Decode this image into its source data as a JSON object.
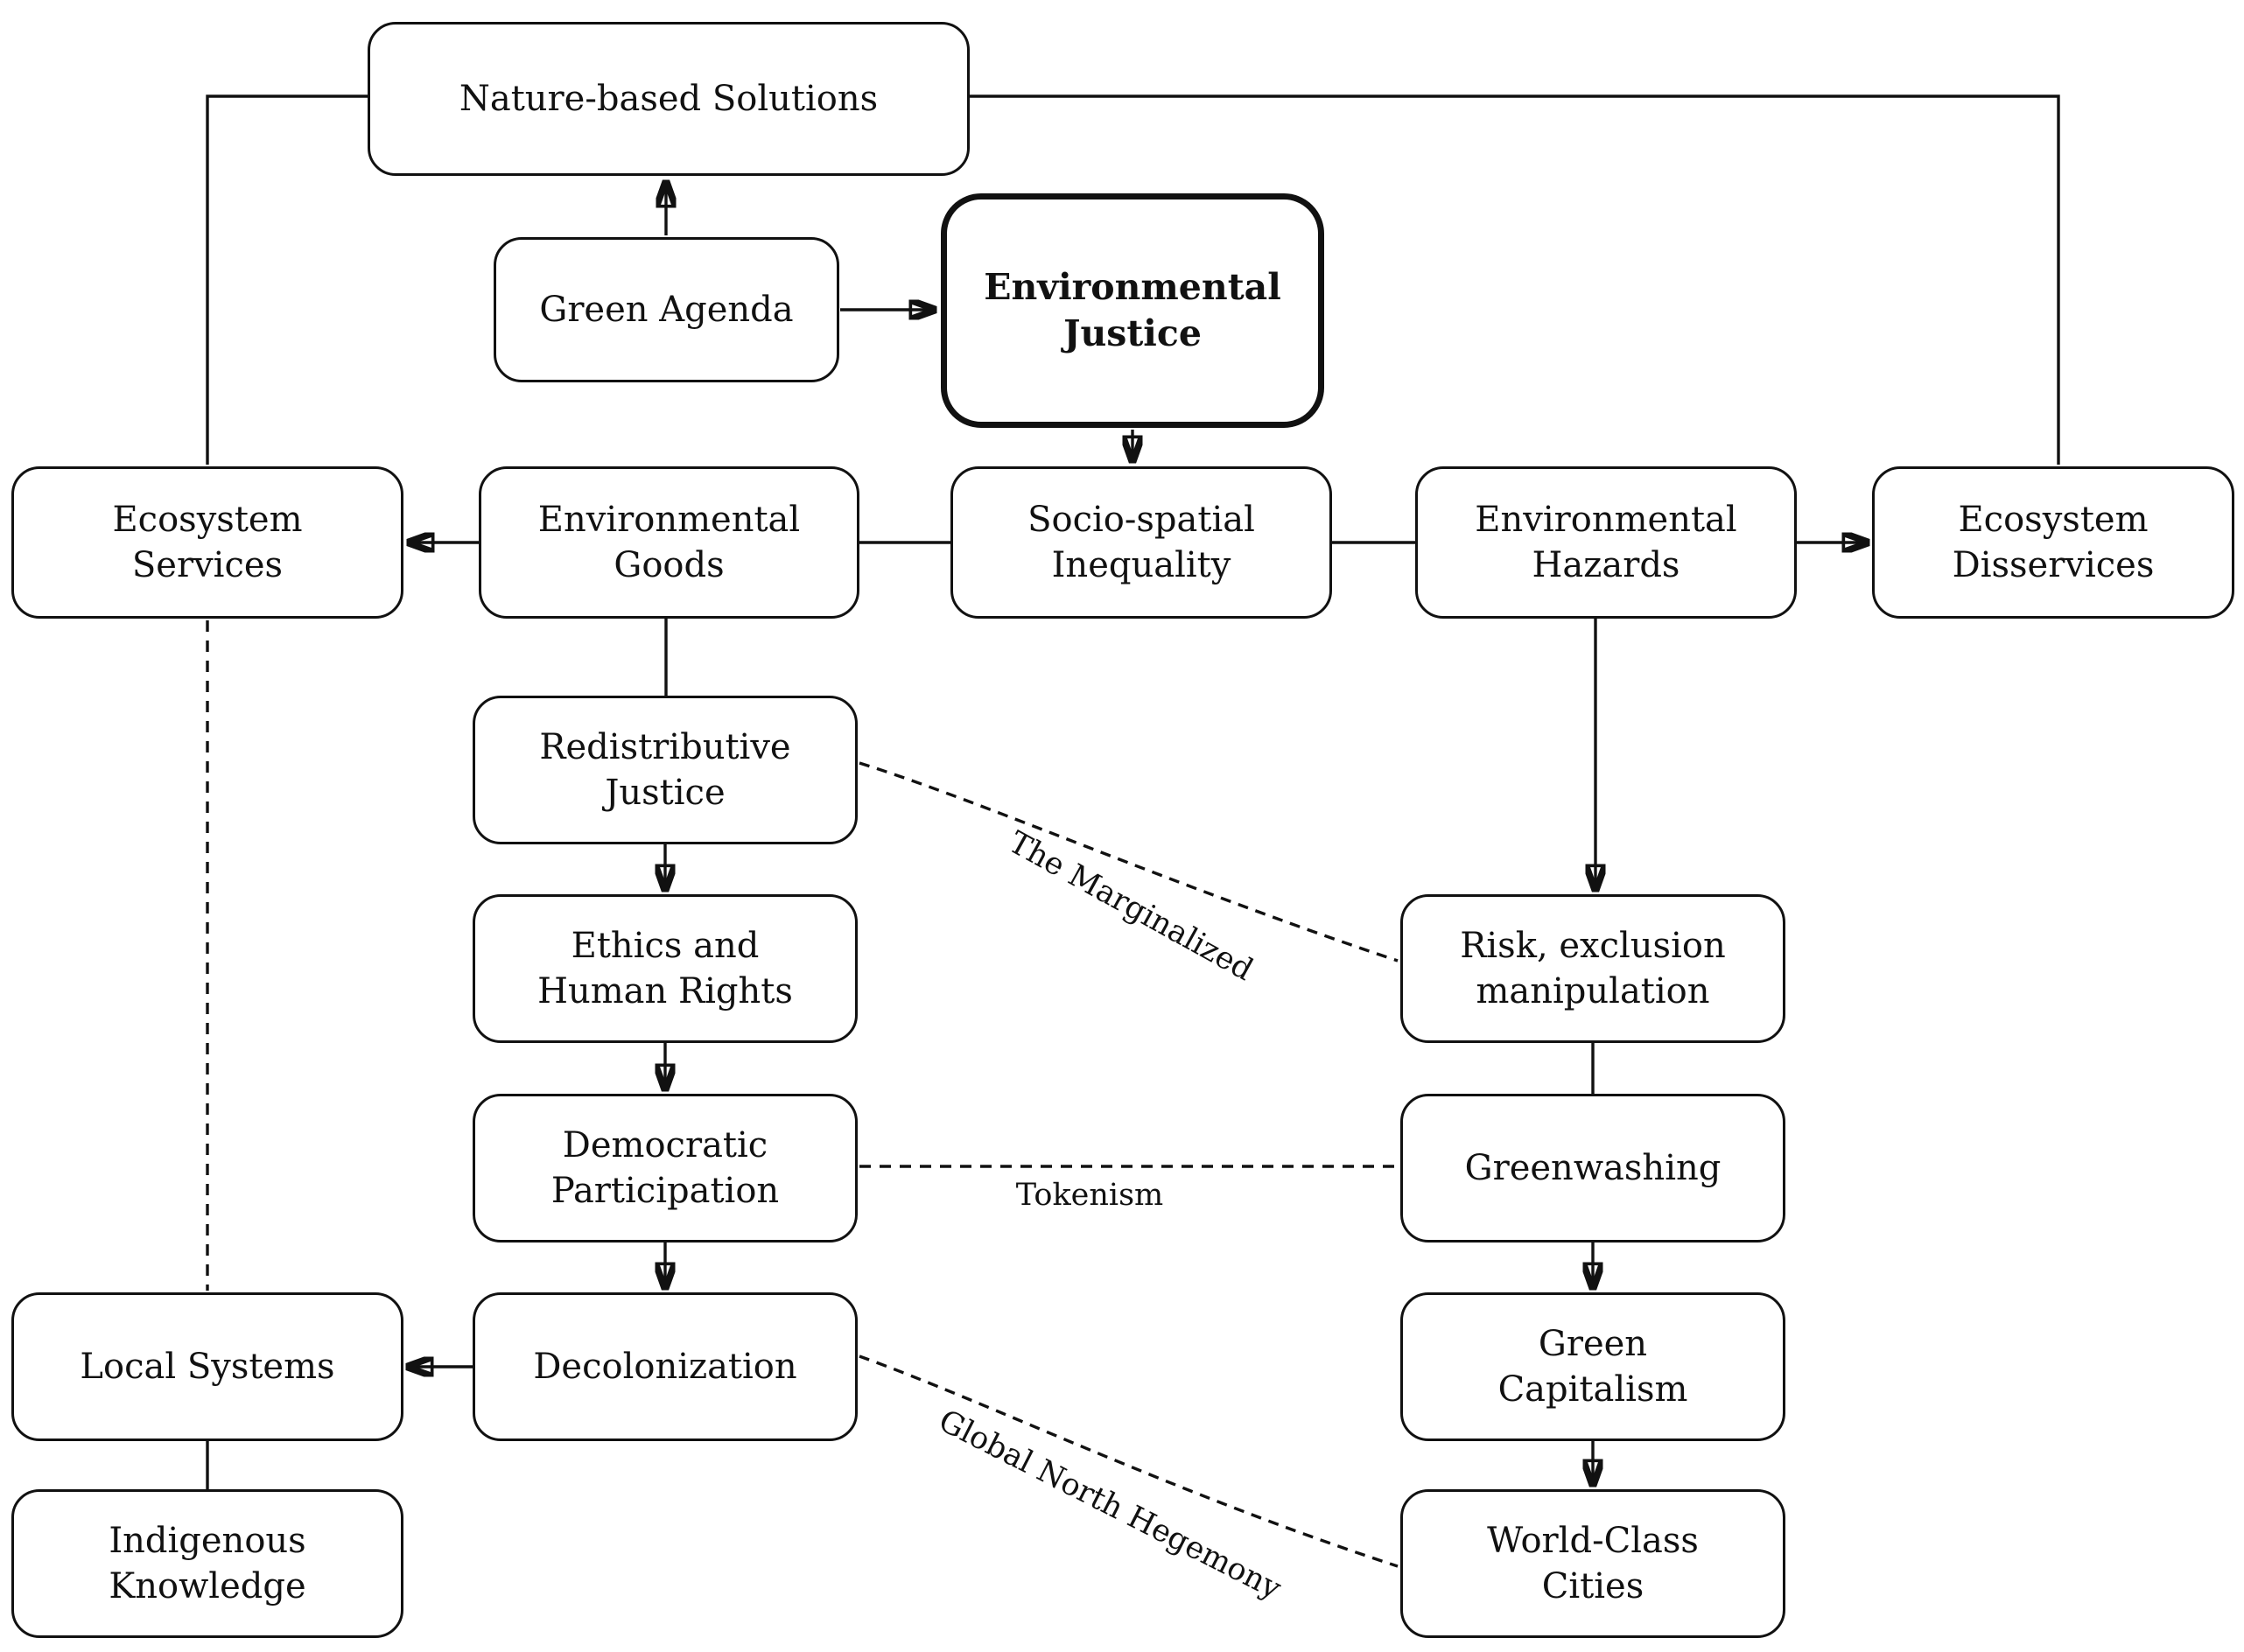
{
  "nodes": {
    "nature_based_solutions": "Nature-based Solutions",
    "green_agenda": "Green Agenda",
    "environmental_justice": "Environmental\nJustice",
    "ecosystem_services": "Ecosystem\nServices",
    "environmental_goods": "Environmental\nGoods",
    "socio_spatial_inequality": "Socio-spatial\nInequality",
    "environmental_hazards": "Environmental\nHazards",
    "ecosystem_disservices": "Ecosystem\nDisservices",
    "redistributive_justice": "Redistributive\nJustice",
    "ethics_human_rights": "Ethics and\nHuman Rights",
    "democratic_participation": "Democratic\nParticipation",
    "decolonization": "Decolonization",
    "local_systems": "Local Systems",
    "indigenous_knowledge": "Indigenous\nKnowledge",
    "risk_exclusion_manipulation": "Risk, exclusion\nmanipulation",
    "greenwashing": "Greenwashing",
    "green_capitalism": "Green\nCapitalism",
    "world_class_cities": "World-Class\nCities"
  },
  "edge_labels": {
    "the_marginalized": "The Marginalized",
    "tokenism": "Tokenism",
    "global_north_hegemony": "Global North Hegemony"
  },
  "colors": {
    "line": "#111111",
    "node_border": "#111111",
    "node_background": "#ffffff",
    "text": "#111111",
    "page_background": "#ffffff"
  }
}
